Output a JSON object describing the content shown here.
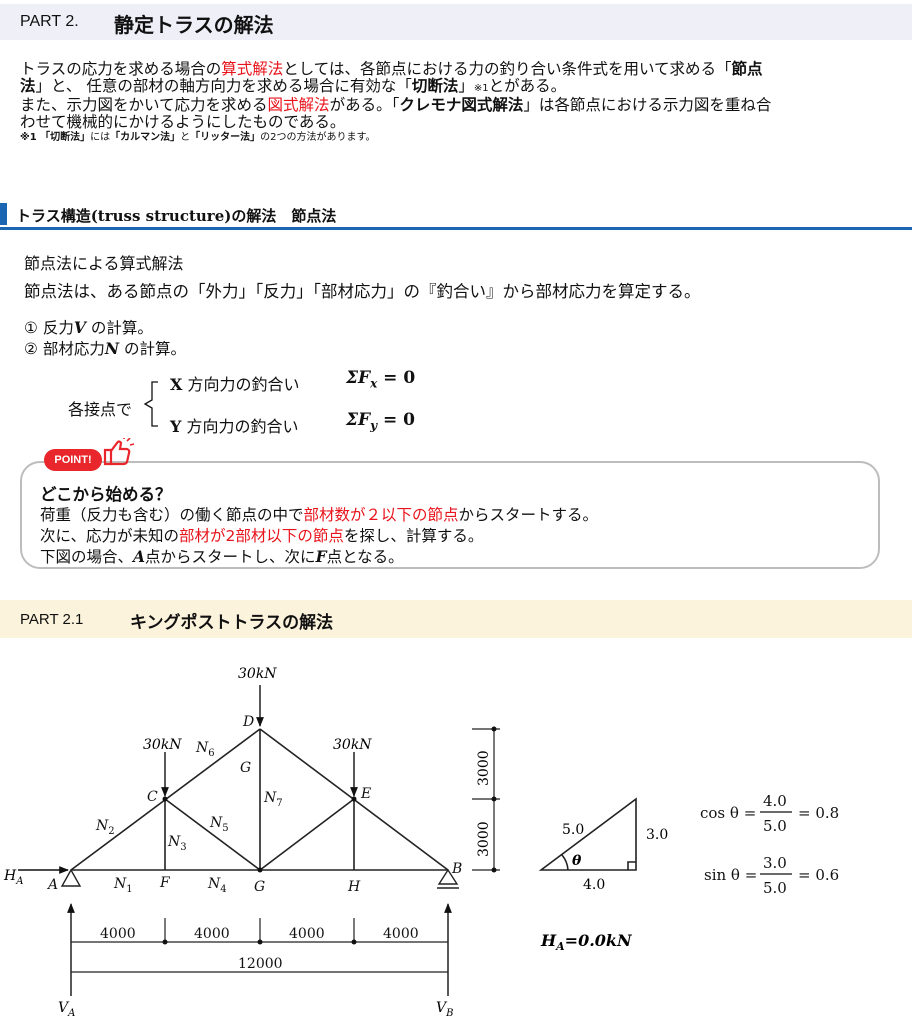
{
  "part2": {
    "number": "PART 2.",
    "title": "静定トラスの解法"
  },
  "intro": {
    "p1_a": "トラスの応力を求める場合の",
    "p1_red": "算式解法",
    "p1_b": "としては、各節点における力の釣り合い条件式を用いて求める「",
    "p1_bold1": "節点",
    "p2_bold1": "法",
    "p2_a": "」と、 任意の部材の軸方向力を求める場合に有効な「",
    "p2_bold2": "切断法",
    "p2_b": "」",
    "p2_note": "※1",
    "p2_c": "とがある。",
    "p3_a": "また、示力図をかいて応力を求める",
    "p3_red": "図式解法",
    "p3_b": "がある。「",
    "p3_bold": "クレモナ図式解法",
    "p3_c": "」は各節点における示力図を重ね合",
    "p4": "わせて機械的にかけるようにしたものである。",
    "note_a": "※1 「切断法」",
    "note_b": "には",
    "note_c": "「カルマン法」",
    "note_d": "と",
    "note_e": "「リッター法」",
    "note_f": "の2つの方法があります。"
  },
  "section": {
    "title": "トラス構造(truss structure)の解法　節点法"
  },
  "method": {
    "subtitle": "節点法による算式解法",
    "desc": "節点法は、ある節点の「外力」「反力」「部材応力」の『釣合い』から部材応力を算定する。",
    "step1_num": "①",
    "step1_a": "反力",
    "step1_var": "V",
    "step1_b": "の計算。",
    "step2_num": "②",
    "step2_a": "部材応力",
    "step2_var": "N",
    "step2_b": "の計算。",
    "each_joint": "各接点で",
    "x_axis": "X",
    "x_text": "方向力の釣合い",
    "x_eq": "ΣF",
    "x_sub": "x",
    "x_rhs": "= 0",
    "y_axis": "Y",
    "y_text": "方向力の釣合い",
    "y_eq": "ΣF",
    "y_sub": "y",
    "y_rhs": "= 0"
  },
  "point": {
    "badge": "POINT!",
    "heading": "どこから始める？",
    "l1_a": "荷重（反力も含む）の働く節点の中で",
    "l1_red": "部材数が２以下の節点",
    "l1_b": "からスタートする。",
    "l2_a": "次に、応力が未知の",
    "l2_red": "部材が2部材以下の節点",
    "l2_b": "を探し、計算する。",
    "l3_a": "下図の場合、",
    "l3_A": "A",
    "l3_b": "点からスタートし、次に",
    "l3_F": "F",
    "l3_c": "点となる。"
  },
  "part21": {
    "number": "PART 2.1",
    "title": "キングポストトラスの解法"
  },
  "colors": {
    "accent_red": "#e8131b",
    "section_blue": "#1a66b3",
    "part_bar_bg": "#efeff8",
    "part21_bg": "#fbf3db"
  },
  "diagram": {
    "load_D": "30kN",
    "load_C": "30kN",
    "load_E": "30kN",
    "nodes": {
      "A": "A",
      "B": "B",
      "C": "C",
      "D": "D",
      "E": "E",
      "F": "F",
      "G_top": "G",
      "G": "G",
      "H": "H"
    },
    "members": {
      "N1": "N",
      "N1_sub": "1",
      "N2": "N",
      "N2_sub": "2",
      "N3": "N",
      "N3_sub": "3",
      "N4": "N",
      "N4_sub": "4",
      "N5": "N",
      "N5_sub": "5",
      "N6": "N",
      "N6_sub": "6",
      "N7": "N",
      "N7_sub": "7"
    },
    "HA_label": "H",
    "HA_sub": "A",
    "VA_label": "V",
    "VA_sub": "A",
    "VB_label": "V",
    "VB_sub": "B",
    "dims": [
      "4000",
      "4000",
      "4000",
      "4000"
    ],
    "span_total": "12000",
    "height_dims": [
      "3000",
      "3000"
    ],
    "HA_result": "H",
    "HA_result_sub": "A",
    "HA_result_val": "=0.0kN",
    "triangle": {
      "hyp": "5.0",
      "vert": "3.0",
      "base": "4.0",
      "angle": "θ"
    },
    "cos_lhs": "cos θ =",
    "cos_num": "4.0",
    "cos_den": "5.0",
    "cos_res": "= 0.8",
    "sin_lhs": "sin θ =",
    "sin_num": "3.0",
    "sin_den": "5.0",
    "sin_res": "= 0.6"
  }
}
